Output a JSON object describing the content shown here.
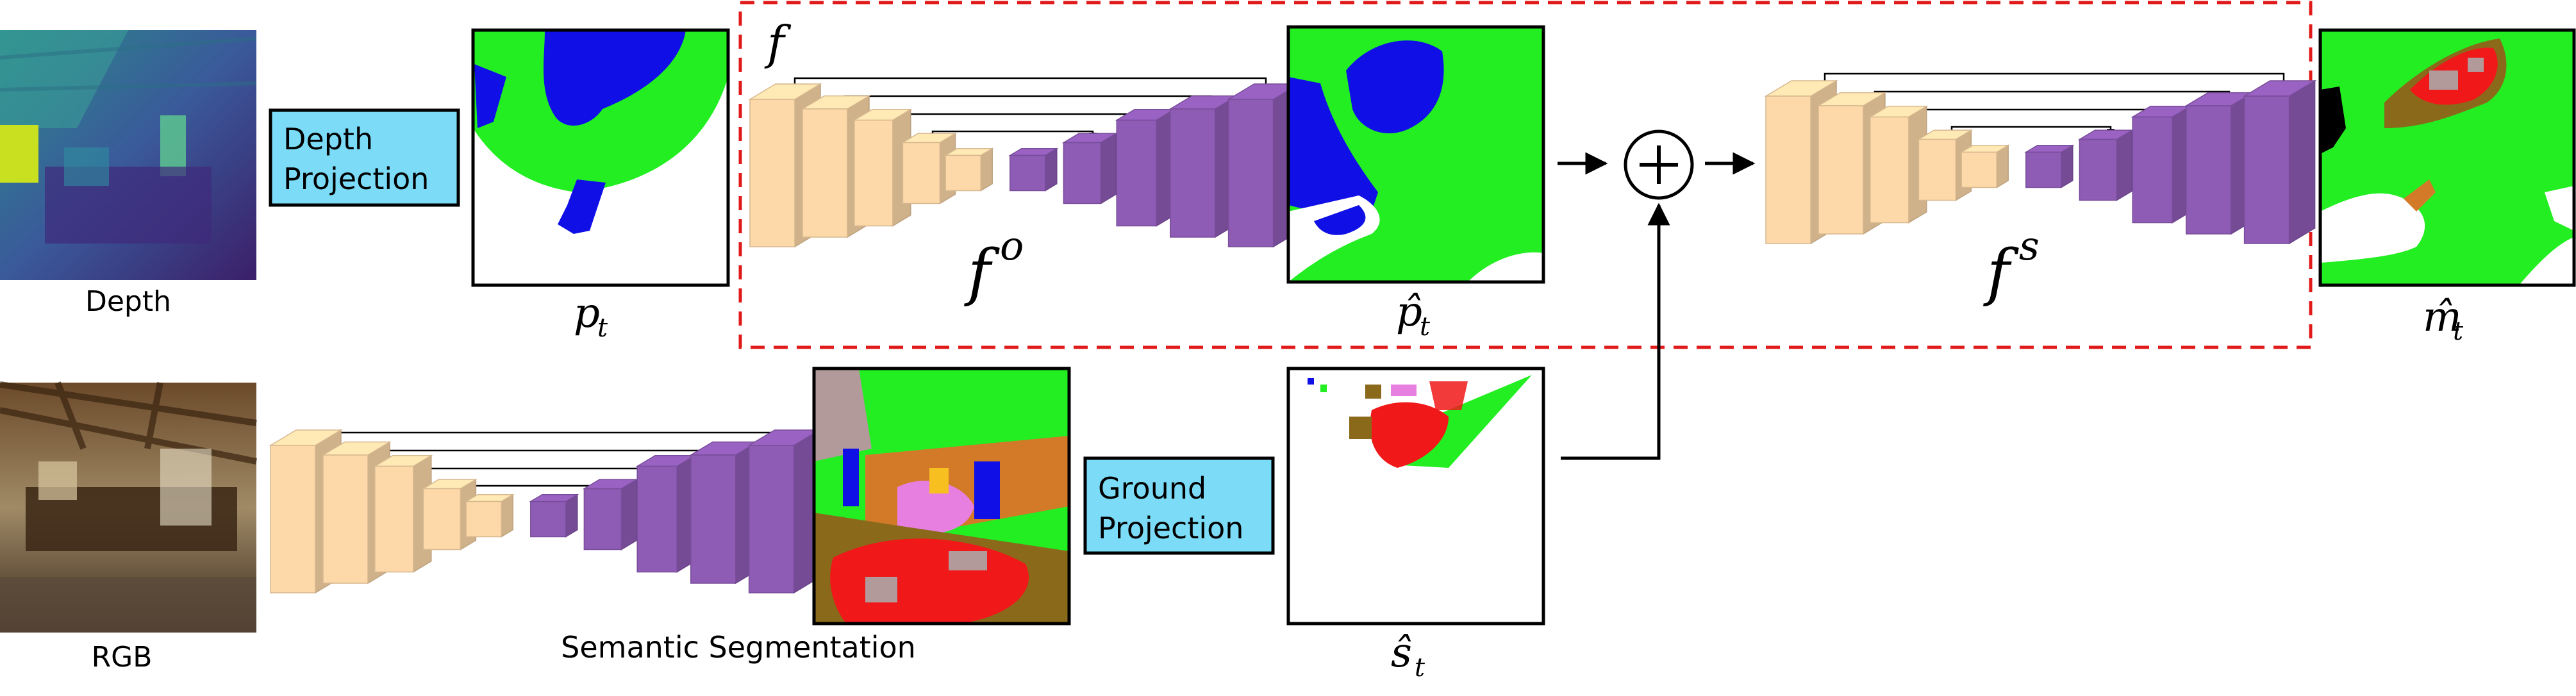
{
  "labels": {
    "depth": "Depth",
    "rgb": "RGB",
    "depth_projection": [
      "Depth",
      "Projection"
    ],
    "ground_projection": [
      "Ground",
      "Projection"
    ],
    "semantic_segmentation": "Semantic Segmentation",
    "module_f": "f",
    "net_fo_base": "f",
    "net_fo_sup": "o",
    "net_fs_base": "f",
    "net_fs_sup": "s",
    "p_t": "p",
    "p_t_sub": "t",
    "p_hat_t": "p̂",
    "p_hat_t_sub": "t",
    "s_hat_t": "ŝ",
    "s_hat_t_sub": "t",
    "m_hat_t": "m̂",
    "m_hat_t_sub": "t",
    "plus_symbol": "+"
  },
  "colors": {
    "orange_block": "#FDD8A8",
    "purple_block": "#8E5BB5",
    "projection_box": "#7CDCF8",
    "dashed_border": "#E01A1A",
    "map_green": "#22EE22",
    "map_blue": "#1010E6",
    "map_red": "#F01818",
    "map_brown": "#8A6A1A",
    "map_orange": "#D27A28",
    "map_pink": "#E77FE0",
    "map_gray": "#B39A9A"
  },
  "icons": {
    "depth_image": "depth-image-icon",
    "rgb_image": "rgb-image-icon",
    "plus": "circled-plus-icon",
    "arrow": "right-arrow-icon"
  }
}
